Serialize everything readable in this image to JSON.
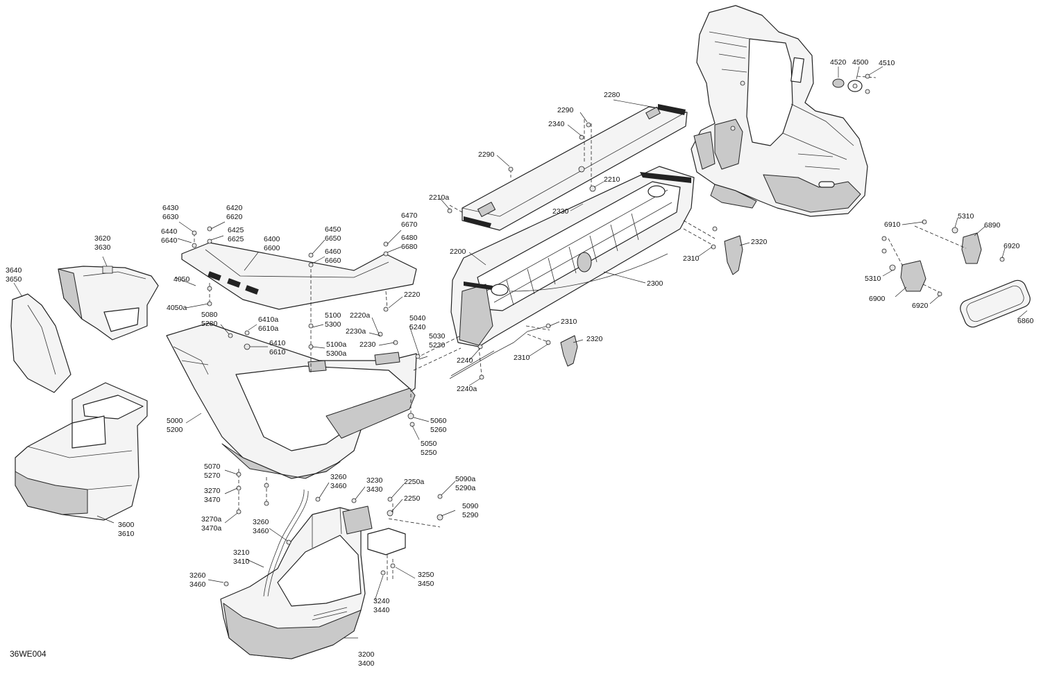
{
  "diagram_id": "36WE004",
  "callouts": [
    {
      "id": "c-2280",
      "lines": [
        "2280"
      ]
    },
    {
      "id": "c-2290a",
      "lines": [
        "2290"
      ]
    },
    {
      "id": "c-2340",
      "lines": [
        "2340"
      ]
    },
    {
      "id": "c-2290b",
      "lines": [
        "2290"
      ]
    },
    {
      "id": "c-2210a",
      "lines": [
        "2210a"
      ]
    },
    {
      "id": "c-2210",
      "lines": [
        "2210"
      ]
    },
    {
      "id": "c-2330",
      "lines": [
        "2330"
      ]
    },
    {
      "id": "c-2200",
      "lines": [
        "2200"
      ]
    },
    {
      "id": "c-2300",
      "lines": [
        "2300"
      ]
    },
    {
      "id": "c-2310a",
      "lines": [
        "2310"
      ]
    },
    {
      "id": "c-2320a",
      "lines": [
        "2320"
      ]
    },
    {
      "id": "c-2310b",
      "lines": [
        "2310"
      ]
    },
    {
      "id": "c-2310c",
      "lines": [
        "2310"
      ]
    },
    {
      "id": "c-2320b",
      "lines": [
        "2320"
      ]
    },
    {
      "id": "c-2240",
      "lines": [
        "2240"
      ]
    },
    {
      "id": "c-2240a",
      "lines": [
        "2240a"
      ]
    },
    {
      "id": "c-4520",
      "lines": [
        "4520"
      ]
    },
    {
      "id": "c-4500",
      "lines": [
        "4500"
      ]
    },
    {
      "id": "c-4510",
      "lines": [
        "4510"
      ]
    },
    {
      "id": "c-5310a",
      "lines": [
        "5310"
      ]
    },
    {
      "id": "c-6910",
      "lines": [
        "6910"
      ]
    },
    {
      "id": "c-6890",
      "lines": [
        "6890"
      ]
    },
    {
      "id": "c-6920a",
      "lines": [
        "6920"
      ]
    },
    {
      "id": "c-5310b",
      "lines": [
        "5310"
      ]
    },
    {
      "id": "c-6900",
      "lines": [
        "6900"
      ]
    },
    {
      "id": "c-6920b",
      "lines": [
        "6920"
      ]
    },
    {
      "id": "c-6860",
      "lines": [
        "6860"
      ]
    },
    {
      "id": "c-6430",
      "lines": [
        "6430",
        "6630"
      ]
    },
    {
      "id": "c-6420",
      "lines": [
        "6420",
        "6620"
      ]
    },
    {
      "id": "c-6440",
      "lines": [
        "6440",
        "6640"
      ]
    },
    {
      "id": "c-6425",
      "lines": [
        "6425",
        "6625"
      ]
    },
    {
      "id": "c-6400",
      "lines": [
        "6400",
        "6600"
      ]
    },
    {
      "id": "c-6450",
      "lines": [
        "6450",
        "6650"
      ]
    },
    {
      "id": "c-6460",
      "lines": [
        "6460",
        "6660"
      ]
    },
    {
      "id": "c-6470",
      "lines": [
        "6470",
        "6670"
      ]
    },
    {
      "id": "c-6480",
      "lines": [
        "6480",
        "6680"
      ]
    },
    {
      "id": "c-3620",
      "lines": [
        "3620",
        "3630"
      ]
    },
    {
      "id": "c-3640",
      "lines": [
        "3640",
        "3650"
      ]
    },
    {
      "id": "c-4050",
      "lines": [
        "4050"
      ]
    },
    {
      "id": "c-4050a",
      "lines": [
        "4050a"
      ]
    },
    {
      "id": "c-5080",
      "lines": [
        "5080",
        "5280"
      ]
    },
    {
      "id": "c-6410a",
      "lines": [
        "6410a",
        "6610a"
      ]
    },
    {
      "id": "c-6410",
      "lines": [
        "6410",
        "6610"
      ]
    },
    {
      "id": "c-5100",
      "lines": [
        "5100",
        "5300"
      ]
    },
    {
      "id": "c-5100a",
      "lines": [
        "5100a",
        "5300a"
      ]
    },
    {
      "id": "c-2220",
      "lines": [
        "2220"
      ]
    },
    {
      "id": "c-2220a",
      "lines": [
        "2220a"
      ]
    },
    {
      "id": "c-2230a",
      "lines": [
        "2230a"
      ]
    },
    {
      "id": "c-2230",
      "lines": [
        "2230"
      ]
    },
    {
      "id": "c-5040",
      "lines": [
        "5040",
        "5240"
      ]
    },
    {
      "id": "c-5030",
      "lines": [
        "5030",
        "5230"
      ]
    },
    {
      "id": "c-5000",
      "lines": [
        "5000",
        "5200"
      ]
    },
    {
      "id": "c-5060",
      "lines": [
        "5060",
        "5260"
      ]
    },
    {
      "id": "c-5050",
      "lines": [
        "5050",
        "5250"
      ]
    },
    {
      "id": "c-3600",
      "lines": [
        "3600",
        "3610"
      ]
    },
    {
      "id": "c-5070",
      "lines": [
        "5070",
        "5270"
      ]
    },
    {
      "id": "c-3270",
      "lines": [
        "3270",
        "3470"
      ]
    },
    {
      "id": "c-3270a",
      "lines": [
        "3270a",
        "3470a"
      ]
    },
    {
      "id": "c-3260a",
      "lines": [
        "3260",
        "3460"
      ]
    },
    {
      "id": "c-3230",
      "lines": [
        "3230",
        "3430"
      ]
    },
    {
      "id": "c-2250a",
      "lines": [
        "2250a"
      ]
    },
    {
      "id": "c-2250",
      "lines": [
        "2250"
      ]
    },
    {
      "id": "c-5090a",
      "lines": [
        "5090a",
        "5290a"
      ]
    },
    {
      "id": "c-5090",
      "lines": [
        "5090",
        "5290"
      ]
    },
    {
      "id": "c-3260b",
      "lines": [
        "3260",
        "3460"
      ]
    },
    {
      "id": "c-3210",
      "lines": [
        "3210",
        "3410"
      ]
    },
    {
      "id": "c-3260c",
      "lines": [
        "3260",
        "3460"
      ]
    },
    {
      "id": "c-3250",
      "lines": [
        "3250",
        "3450"
      ]
    },
    {
      "id": "c-3240",
      "lines": [
        "3240",
        "3440"
      ]
    },
    {
      "id": "c-3200",
      "lines": [
        "3200",
        "3400"
      ]
    }
  ]
}
